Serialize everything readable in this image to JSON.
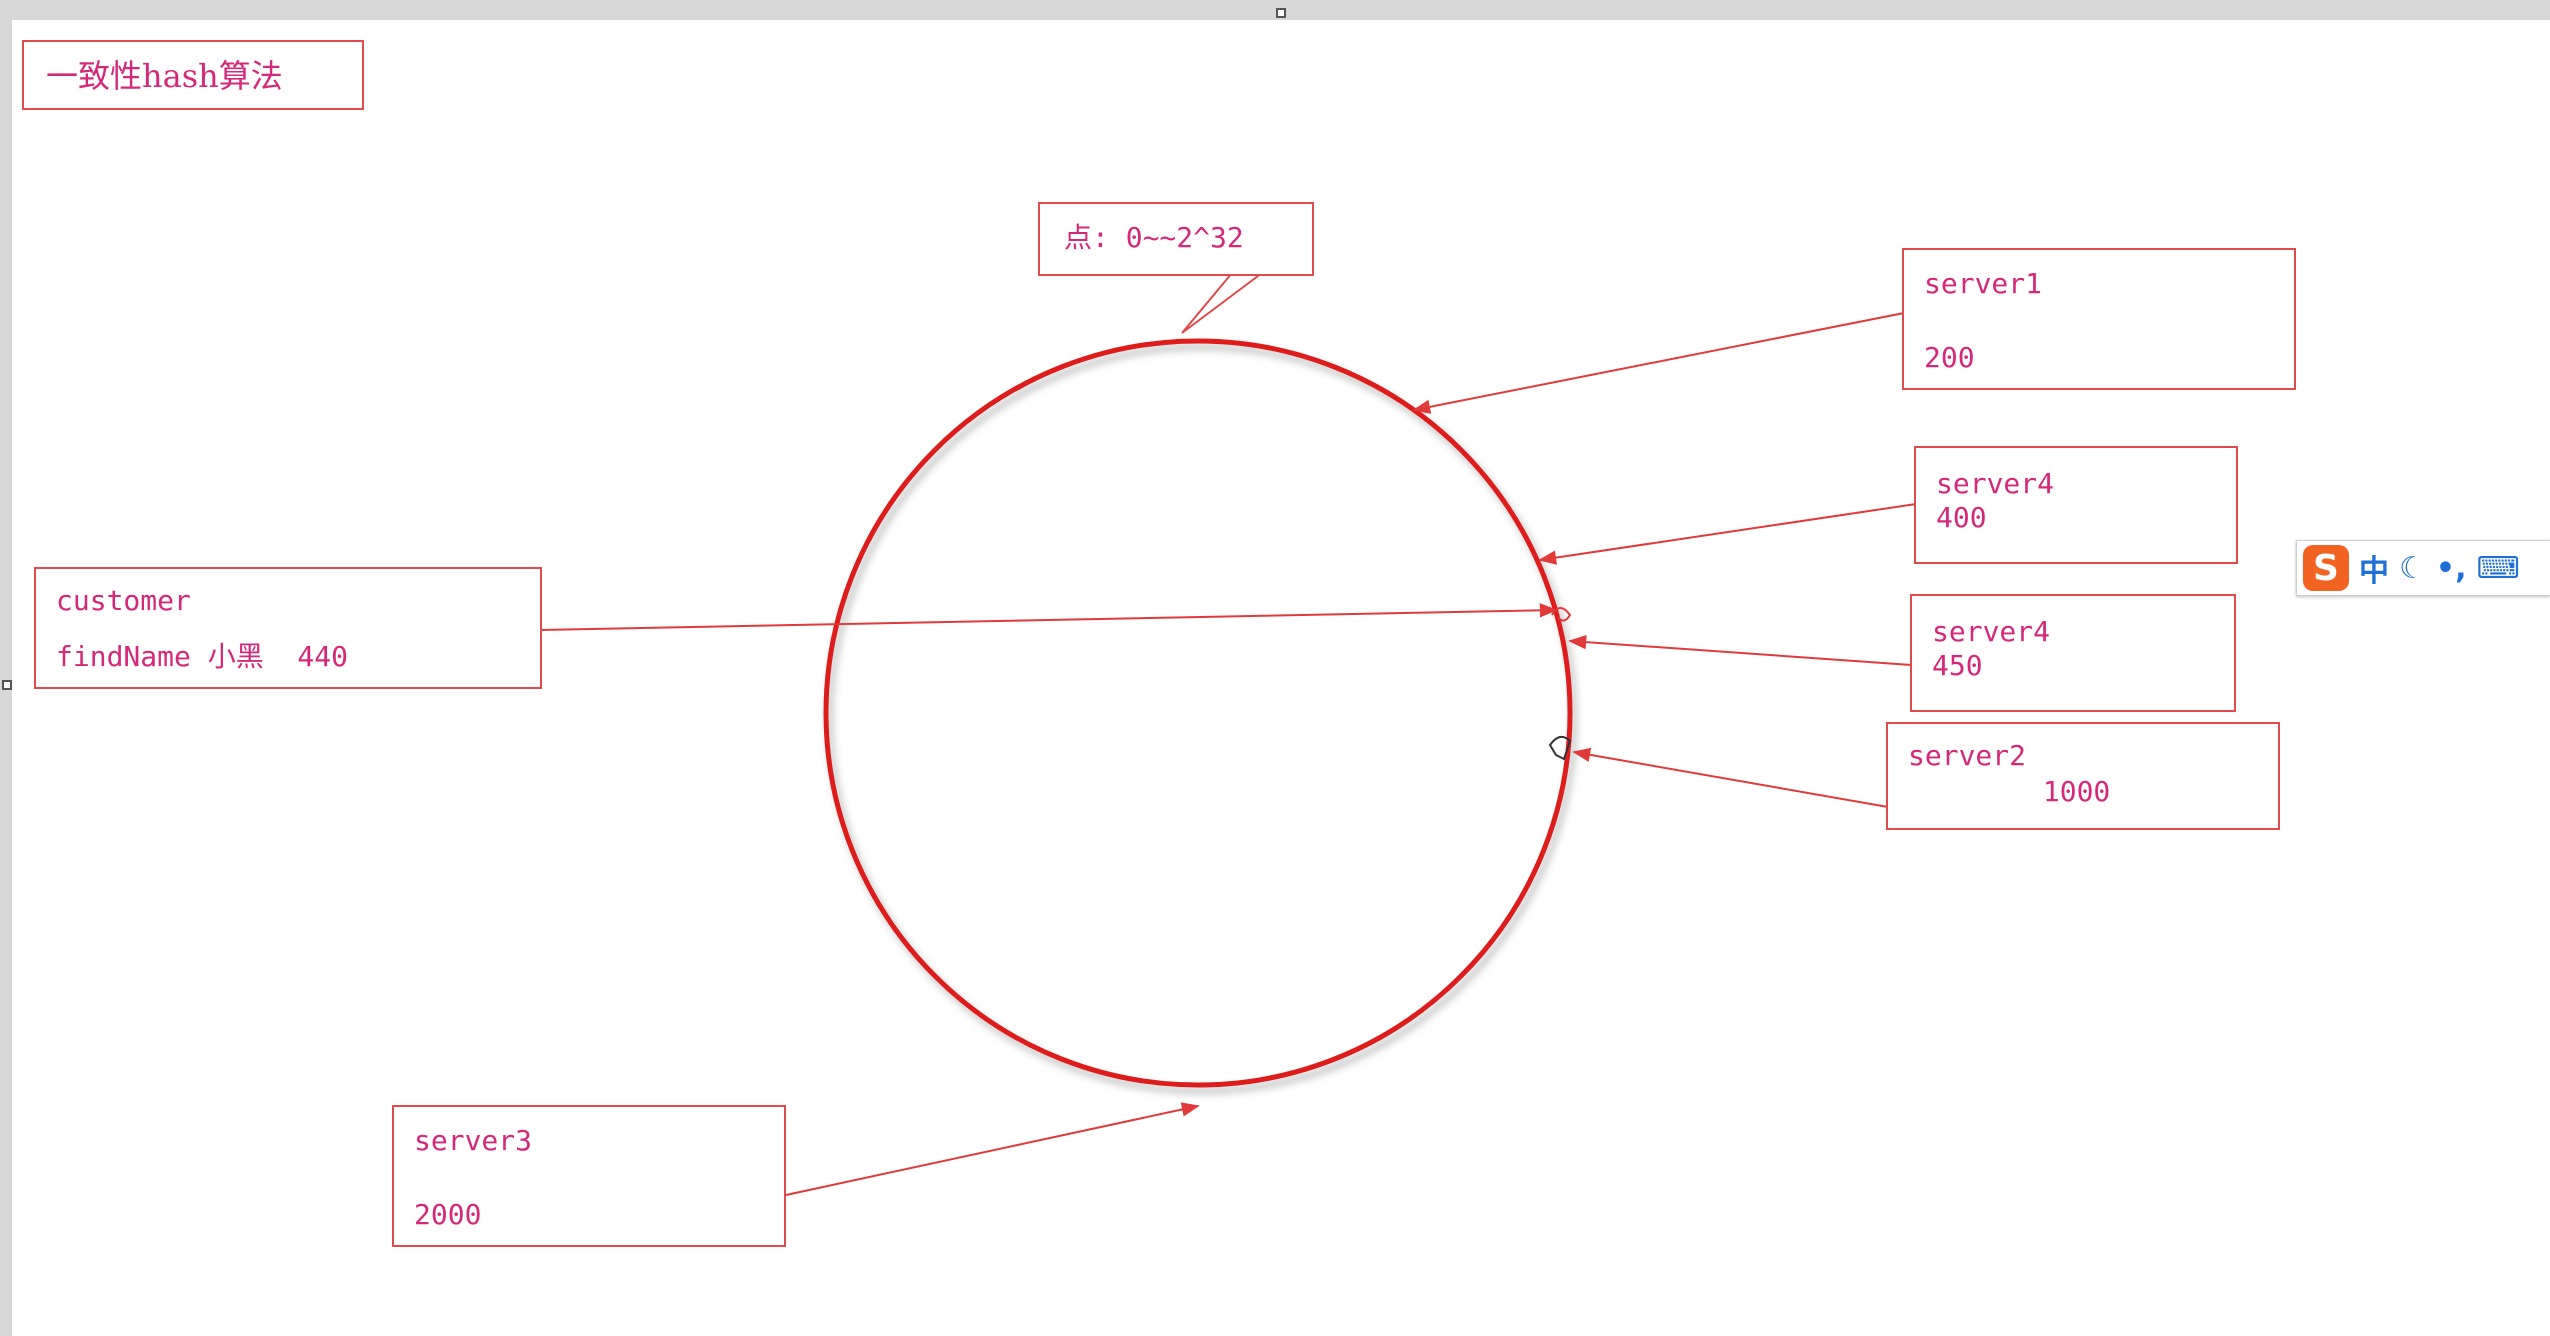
{
  "title": "一致性hash算法",
  "callout": {
    "text": "点: 0~~2^32"
  },
  "customer": {
    "line1": "customer",
    "line2": "findName 小黑  440"
  },
  "servers": [
    {
      "id": "server1-a",
      "line1": "server1",
      "line2": "200"
    },
    {
      "id": "server4-a",
      "line1": "server4",
      "line2": "400"
    },
    {
      "id": "server4-b",
      "line1": "server4",
      "line2": "450"
    },
    {
      "id": "server2-a",
      "line1": "server2",
      "line2": "        1000"
    },
    {
      "id": "server3-a",
      "line1": "server3",
      "line2": "2000"
    }
  ],
  "ime_toolbar": {
    "logo": "S",
    "mode": "中",
    "moon_icon": "moon-icon",
    "punct_icon": "punctuation-icon",
    "keyboard_icon": "keyboard-icon"
  },
  "colors": {
    "box_border": "#e04a4a",
    "text": "#d6287a",
    "ring": "#dd1f1f",
    "arrow": "#e03a3a"
  }
}
